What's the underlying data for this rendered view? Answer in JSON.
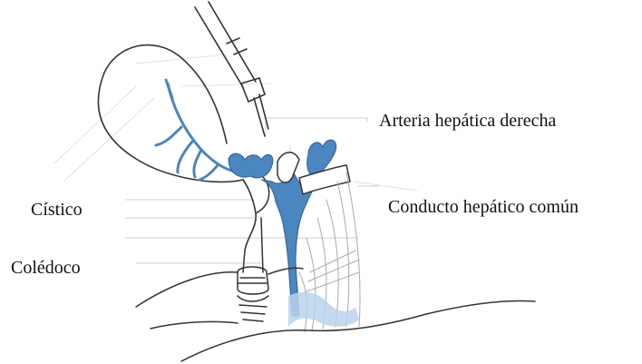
{
  "labels": {
    "right_hepatic_artery": "Arteria hepática derecha",
    "common_hepatic_duct": "Conducto hepático común",
    "cystic": "Cístico",
    "common_bile_duct": "Colédoco"
  },
  "colors": {
    "duct_blue": "#4a86c0",
    "light_blue_shading": "#b8d3ec",
    "outline": "#444444",
    "leader_line": "#c8c8c8"
  }
}
